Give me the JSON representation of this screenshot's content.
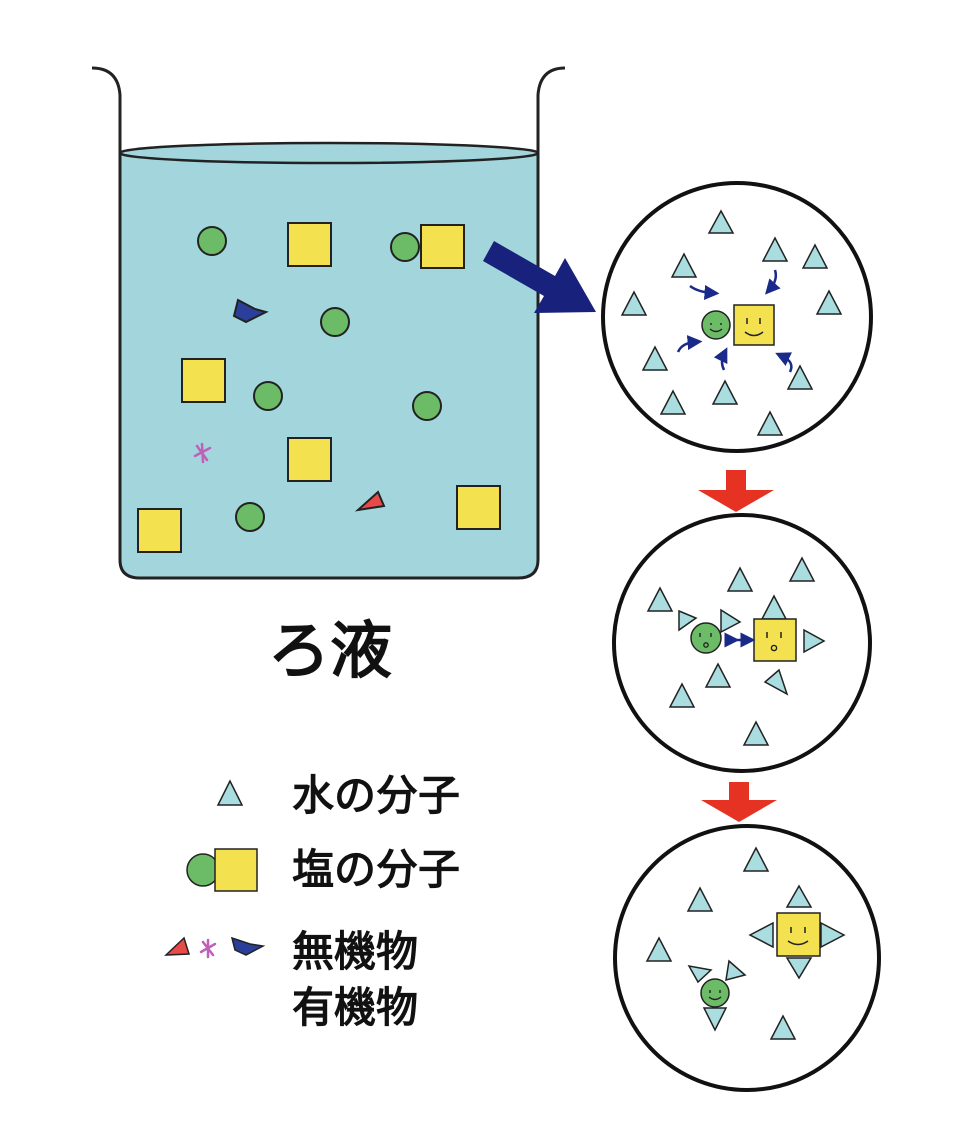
{
  "beaker_label": "ろ液",
  "legend": {
    "water": "水の分子",
    "salt": "塩の分子",
    "impurities_line1": "無機物",
    "impurities_line2": "有機物"
  },
  "colors": {
    "liquid": "#a2d6dc",
    "water_molecule": "#a9dde0",
    "salt_circle": "#6cbb66",
    "salt_square": "#f4e14f",
    "impurity_blue": "#2a3f9a",
    "impurity_red": "#e84a4a",
    "impurity_pink": "#c060b8",
    "big_arrow": "#18227c",
    "step_arrow": "#e53222"
  },
  "icons": [
    "big-arrow-icon",
    "down-arrow-icon",
    "water-molecule-icon",
    "salt-molecule-icon",
    "impurity-icon"
  ]
}
